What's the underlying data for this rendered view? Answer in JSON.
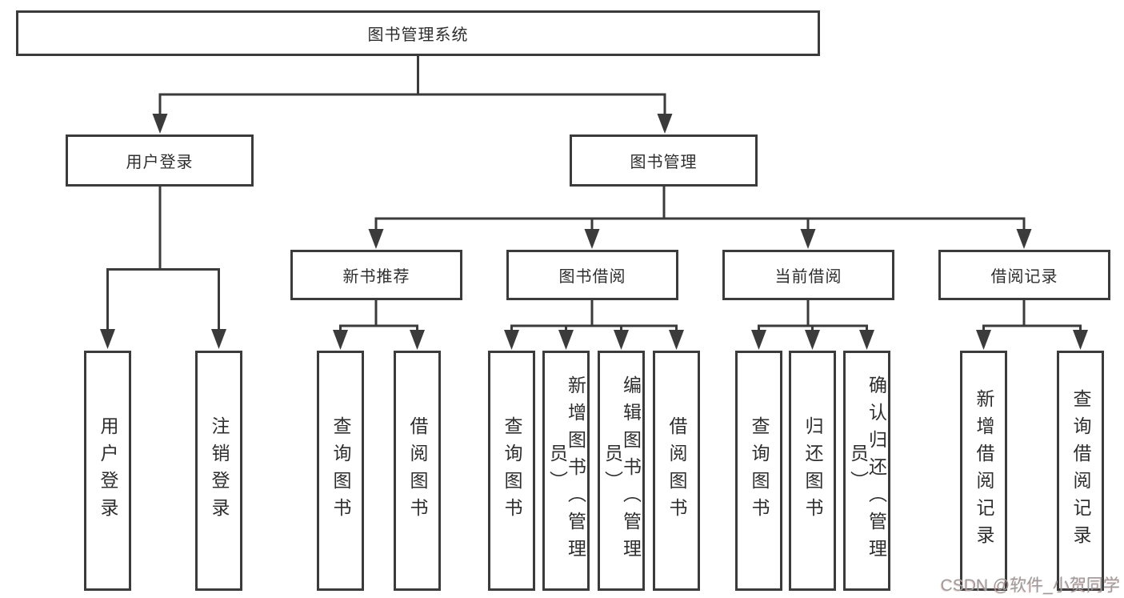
{
  "tree": {
    "root": "图书管理系统",
    "branches": [
      {
        "label": "用户登录",
        "leaves": [
          "用户登录",
          "注销登录"
        ]
      },
      {
        "label": "图书管理",
        "groups": [
          {
            "label": "新书推荐",
            "leaves": [
              "查询图书",
              "借阅图书"
            ]
          },
          {
            "label": "图书借阅",
            "leaves": [
              "查询图书",
              "新增图书（管理员）",
              "编辑图书（管理员）",
              "借阅图书"
            ]
          },
          {
            "label": "当前借阅",
            "leaves": [
              "查询图书",
              "归还图书",
              "确认归还（管理员）"
            ]
          },
          {
            "label": "借阅记录",
            "leaves": [
              "新增借阅记录",
              "查询借阅记录"
            ]
          }
        ]
      }
    ]
  },
  "watermark": "CSDN @软件_小贺同学",
  "colors": {
    "line": "#3b3b3b",
    "text": "#2e2e2e",
    "background": "#ffffff",
    "watermark": "#9c9c9c"
  }
}
